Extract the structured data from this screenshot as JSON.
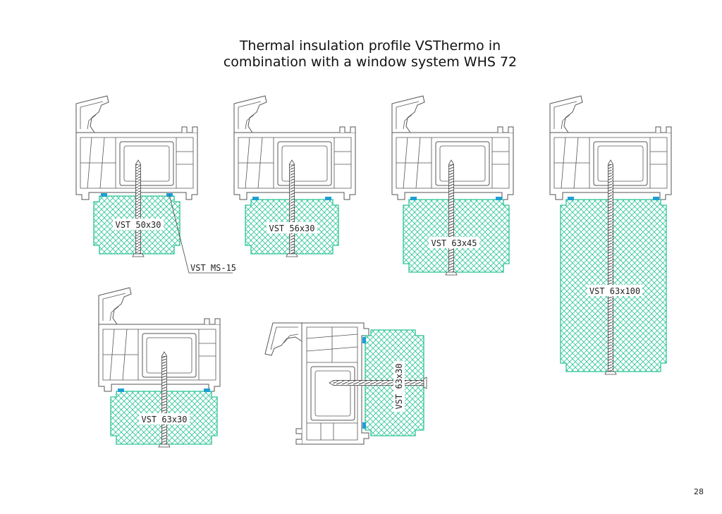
{
  "title": {
    "line1": "Thermal insulation profile VSThermo in",
    "line2": "combination with a window system WHS 72"
  },
  "profiles": [
    {
      "label": "VST 50x30"
    },
    {
      "label": "VST 56x30"
    },
    {
      "label": "VST 63x45"
    },
    {
      "label": "VST 63x100"
    },
    {
      "label": "VST 63x30"
    },
    {
      "label": "VST 63x30"
    }
  ],
  "callout": {
    "label": "VST MS-15"
  },
  "page_number": "28",
  "colors": {
    "insulation": "#2cc496",
    "seal": "#1e9fd6",
    "outline": "#555555"
  }
}
